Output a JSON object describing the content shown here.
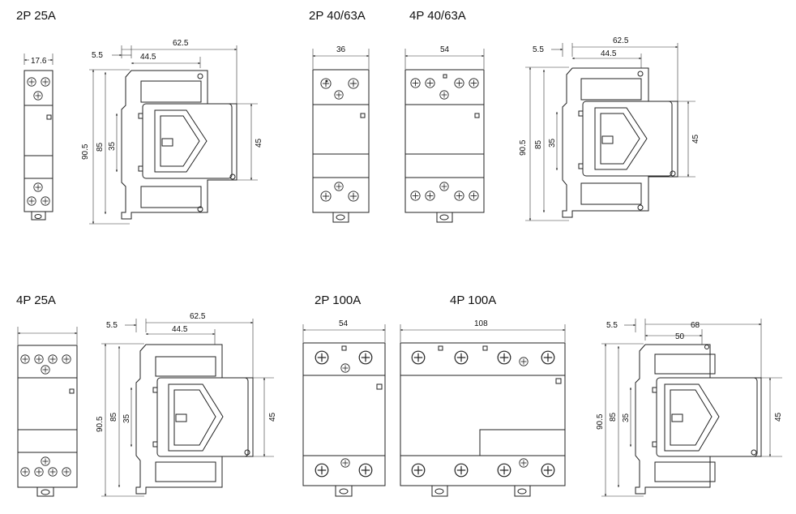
{
  "groups": {
    "g1": "2P 25A",
    "g2": "2P 40/63A",
    "g3": "4P 40/63A",
    "g4": "4P 25A",
    "g5": "2P 100A",
    "g6": "4P 100A"
  },
  "dims": {
    "w17_6": "17.6",
    "w36": "36",
    "w54": "54",
    "w108": "108",
    "w62_5": "62.5",
    "w44_5": "44.5",
    "w5_5": "5.5",
    "w68": "68",
    "w50": "50",
    "h90_5": "90.5",
    "h85": "85",
    "h35": "35",
    "h45": "45"
  }
}
